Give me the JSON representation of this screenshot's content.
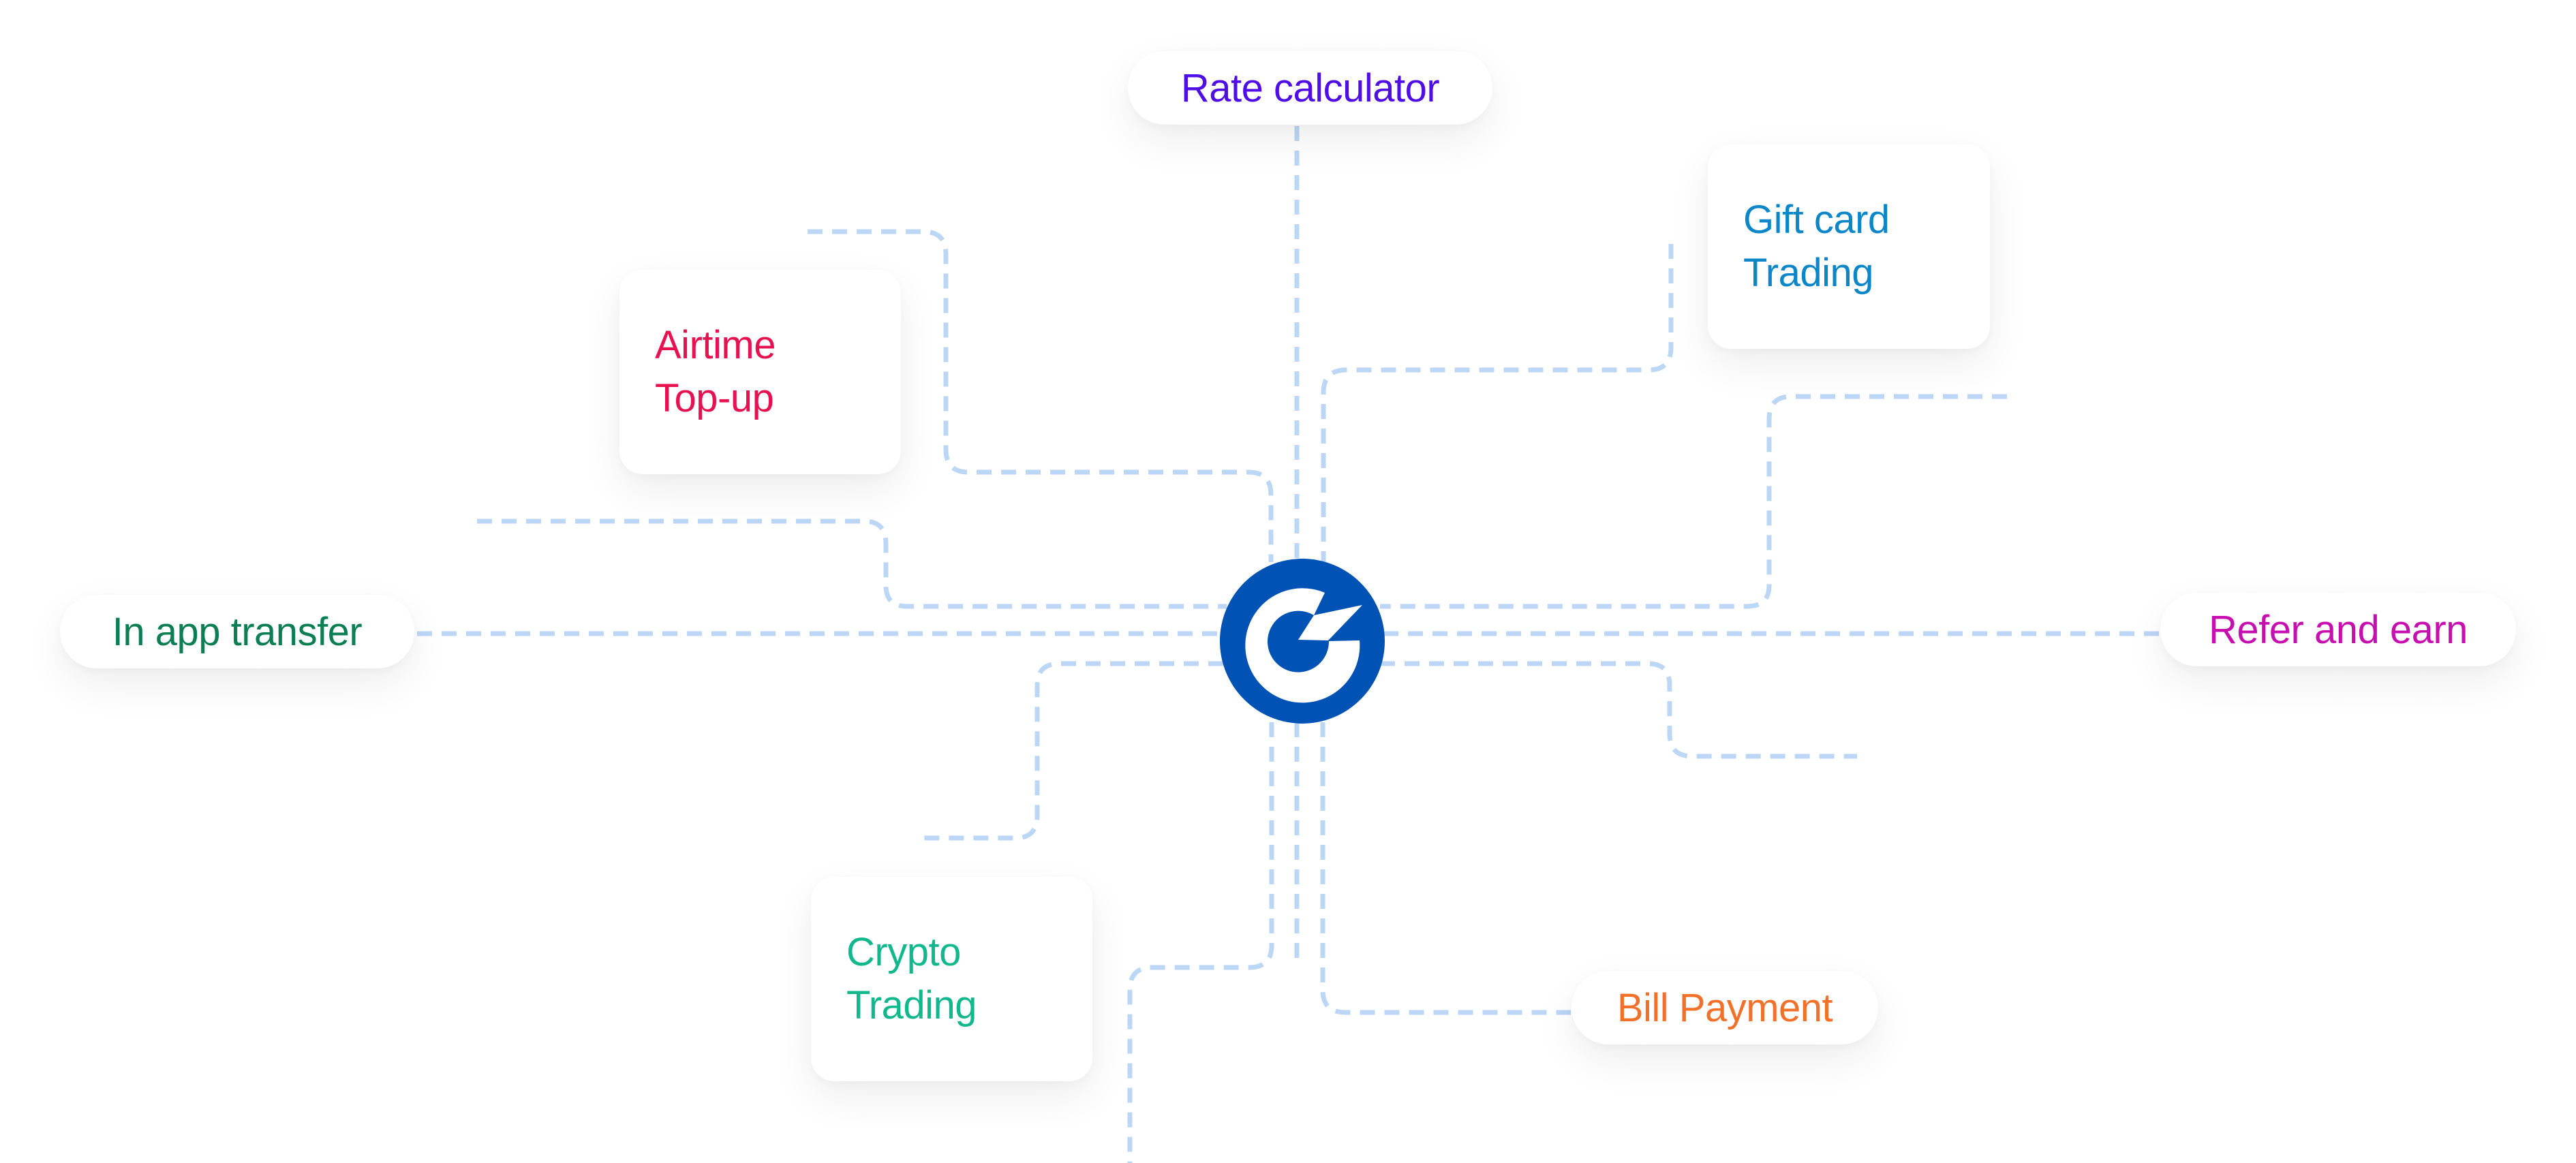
{
  "diagram": {
    "center": {
      "name": "brand-logo",
      "icon": "g-logo-icon",
      "color": "#0052b4"
    },
    "connector_color": "#bcd6f5",
    "nodes": [
      {
        "id": "rate-calculator",
        "label_lines": [
          "Rate calculator"
        ],
        "color": "#4f0ee6",
        "shape": "pill"
      },
      {
        "id": "gift-card-trading",
        "label_lines": [
          "Gift card",
          "Trading"
        ],
        "color": "#0a86c9",
        "shape": "card"
      },
      {
        "id": "airtime-top-up",
        "label_lines": [
          "Airtime",
          "Top-up"
        ],
        "color": "#e51150",
        "shape": "card"
      },
      {
        "id": "in-app-transfer",
        "label_lines": [
          "In app transfer"
        ],
        "color": "#0b7f53",
        "shape": "pill"
      },
      {
        "id": "refer-and-earn",
        "label_lines": [
          "Refer and earn"
        ],
        "color": "#c70fb0",
        "shape": "pill"
      },
      {
        "id": "crypto-trading",
        "label_lines": [
          "Crypto",
          "Trading"
        ],
        "color": "#12b88d",
        "shape": "card"
      },
      {
        "id": "bill-payment",
        "label_lines": [
          "Bill Payment"
        ],
        "color": "#f2712a",
        "shape": "pill"
      }
    ]
  }
}
